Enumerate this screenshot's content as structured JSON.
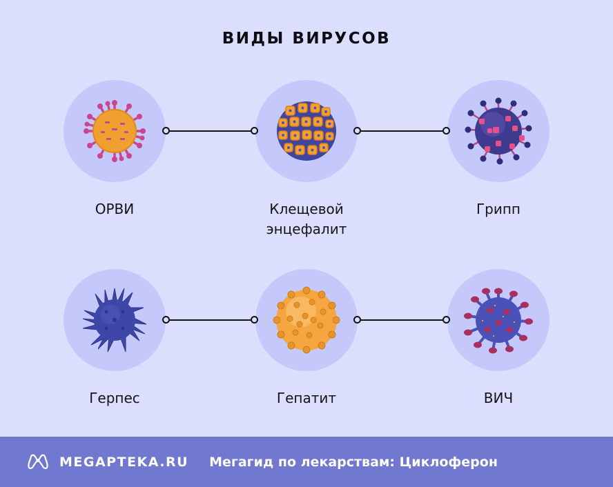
{
  "title": "ВИДЫ ВИРУСОВ",
  "colors": {
    "background": "#dcdefe",
    "node_circle": "#c4c8fa",
    "footer": "#7078d0",
    "connector": "#111111"
  },
  "viruses": [
    {
      "label": "ОРВИ",
      "icon": "orvi-virus-icon",
      "row": 1,
      "col": 1
    },
    {
      "label": "Клещевой энцефалит",
      "label_line1": "Клещевой",
      "label_line2": "энцефалит",
      "icon": "tick-borne-encephalitis-virus-icon",
      "row": 1,
      "col": 2
    },
    {
      "label": "Грипп",
      "icon": "influenza-virus-icon",
      "row": 1,
      "col": 3
    },
    {
      "label": "Герпес",
      "icon": "herpes-virus-icon",
      "row": 2,
      "col": 1
    },
    {
      "label": "Гепатит",
      "icon": "hepatitis-virus-icon",
      "row": 2,
      "col": 2
    },
    {
      "label": "ВИЧ",
      "icon": "hiv-virus-icon",
      "row": 2,
      "col": 3
    }
  ],
  "connections": [
    {
      "from": "ОРВИ",
      "to": "Клещевой энцефалит"
    },
    {
      "from": "Клещевой энцефалит",
      "to": "Грипп"
    },
    {
      "from": "Герпес",
      "to": "Гепатит"
    },
    {
      "from": "Гепатит",
      "to": "ВИЧ"
    }
  ],
  "footer": {
    "logo_icon": "megapteka-logo-icon",
    "brand": "MEGAPTEKA.RU",
    "tagline": "Мегагид по лекарствам: Циклоферон"
  }
}
